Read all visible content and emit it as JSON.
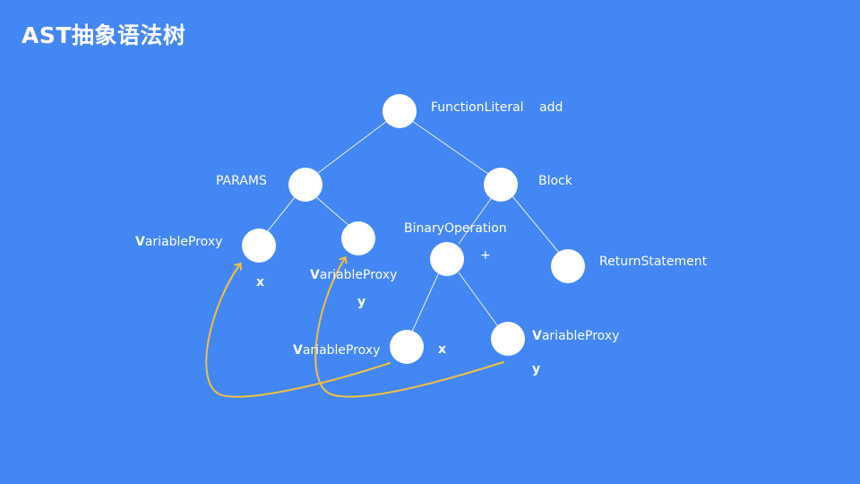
{
  "title": "AST抽象语法树",
  "nodes": {
    "function_literal": "FunctionLiteral",
    "function_name": "add",
    "params": "PARAMS",
    "block": "Block",
    "binary_operation": "BinaryOperation",
    "binary_operator": "+",
    "return_statement": "ReturnStatement",
    "param_x": {
      "head": "V",
      "tail": "ariableProxy",
      "value": "x"
    },
    "param_y": {
      "head": "V",
      "tail": "ariableProxy",
      "value": "y"
    },
    "operand_x": {
      "head": "V",
      "tail": "ariableProxy",
      "value": "x"
    },
    "operand_y": {
      "head": "V",
      "tail": "ariableProxy",
      "value": "y"
    }
  },
  "colors": {
    "background": "#4387f4",
    "node": "#ffffff",
    "reference_arrow": "#f5bf42"
  }
}
